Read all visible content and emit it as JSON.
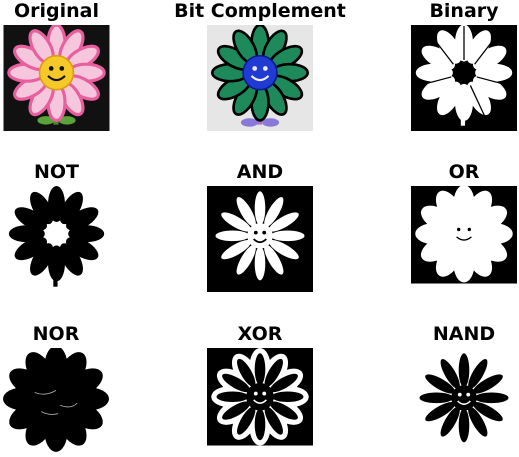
{
  "panels": [
    {
      "title": "Original"
    },
    {
      "title": "Bit Complement"
    },
    {
      "title": "Binary"
    },
    {
      "title": "NOT"
    },
    {
      "title": "AND"
    },
    {
      "title": "OR"
    },
    {
      "title": "NOR"
    },
    {
      "title": "XOR"
    },
    {
      "title": "NAND"
    }
  ],
  "colors": {
    "black": "#000000",
    "white": "#ffffff",
    "pink_petal": "#e85f9e",
    "pink_petal_light": "#f6c7dc",
    "yellow_center": "#f5c92a",
    "stem_green": "#4f8a2e",
    "green_petal": "#1e8a5c",
    "blue_center": "#1f3bd4",
    "purple_leaf": "#8a78d8",
    "gray_bg": "#e6e6e6"
  }
}
